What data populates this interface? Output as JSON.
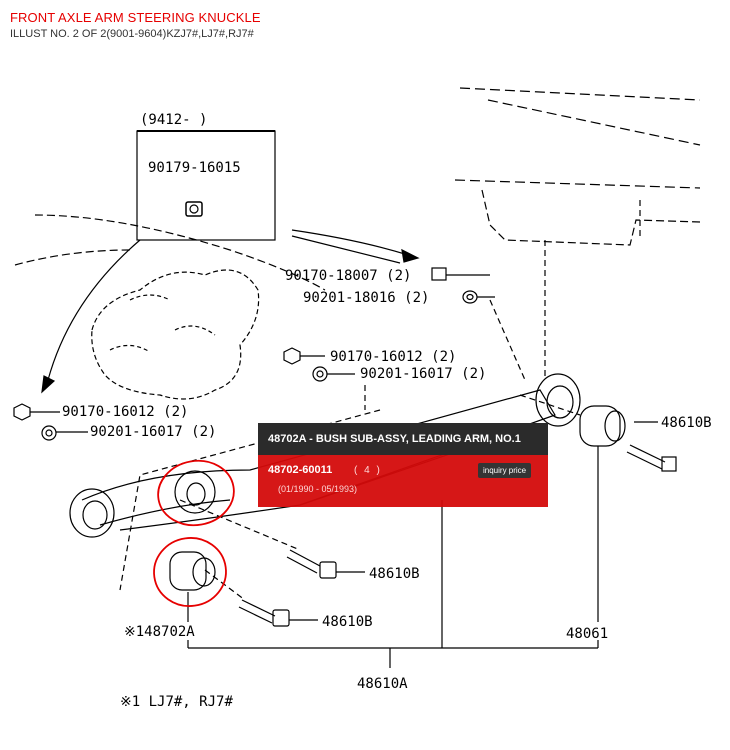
{
  "header": {
    "title": "FRONT AXLE ARM STEERING KNUCKLE",
    "subtitle": "ILLUST NO. 2 OF 2(9001-9604)KZJ7#,LJ7#,RJ7#"
  },
  "diagram": {
    "inset_date": "(9412-      )",
    "labels": {
      "p90179_16015": "90179-16015",
      "p90170_18007": "90170-18007 (2)",
      "p90201_18016": "90201-18016 (2)",
      "p90170_16012_right": "90170-16012 (2)",
      "p90201_16017_right": "90201-16017 (2)",
      "p90170_16012_left": "90170-16012 (2)",
      "p90201_16017_left": "90201-16017 (2)",
      "p48610B_right": "48610B",
      "p48610B_mid": "48610B",
      "p48610B_low": "48610B",
      "p148702A": "※148702A",
      "p48061": "48061",
      "p48610A": "48610A"
    },
    "footnote": "※1 LJ7#, RJ7#"
  },
  "tooltip": {
    "heading": "48702A - BUSH SUB-ASSY, LEADING ARM, NO.1",
    "part_number": "48702-60011",
    "quantity": "( 4 )",
    "date_range": "(01/1990 - 05/1993)",
    "button_label": "inquiry price"
  },
  "colors": {
    "title_red": "#e60000",
    "tooltip_header": "#2b2b2b",
    "tooltip_body": "#d40b0b",
    "highlight_circle": "#e60000"
  }
}
